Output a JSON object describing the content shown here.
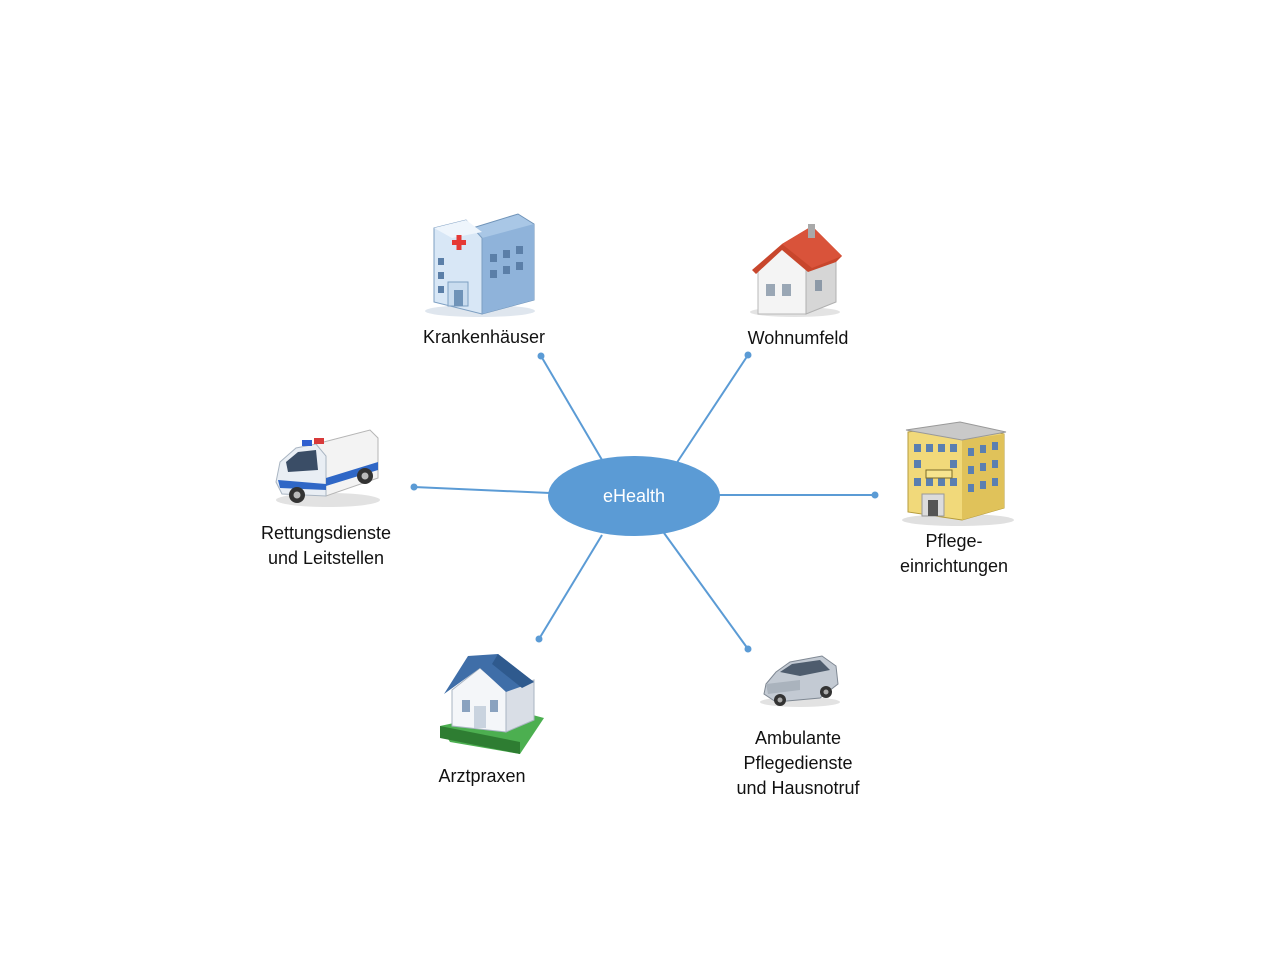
{
  "center": {
    "label": "eHealth",
    "fill": "#5b9bd5"
  },
  "line_color": "#5b9bd5",
  "nodes": [
    {
      "id": "krankenhaeuser",
      "label": "Krankenhäuser",
      "icon": "hospital-icon"
    },
    {
      "id": "wohnumfeld",
      "label": "Wohnumfeld",
      "icon": "house-red-roof-icon"
    },
    {
      "id": "rettungsdienste",
      "label": "Rettungsdienste\nund Leitstellen",
      "icon": "ambulance-icon"
    },
    {
      "id": "pflegeeinrichtungen",
      "label": "Pflege-\neinrichtungen",
      "icon": "care-home-building-icon"
    },
    {
      "id": "arztpraxen",
      "label": "Arztpraxen",
      "icon": "house-blue-roof-icon"
    },
    {
      "id": "ambulante",
      "label": "Ambulante\nPflegedienste\nund Hausnotruf",
      "icon": "car-icon"
    }
  ]
}
